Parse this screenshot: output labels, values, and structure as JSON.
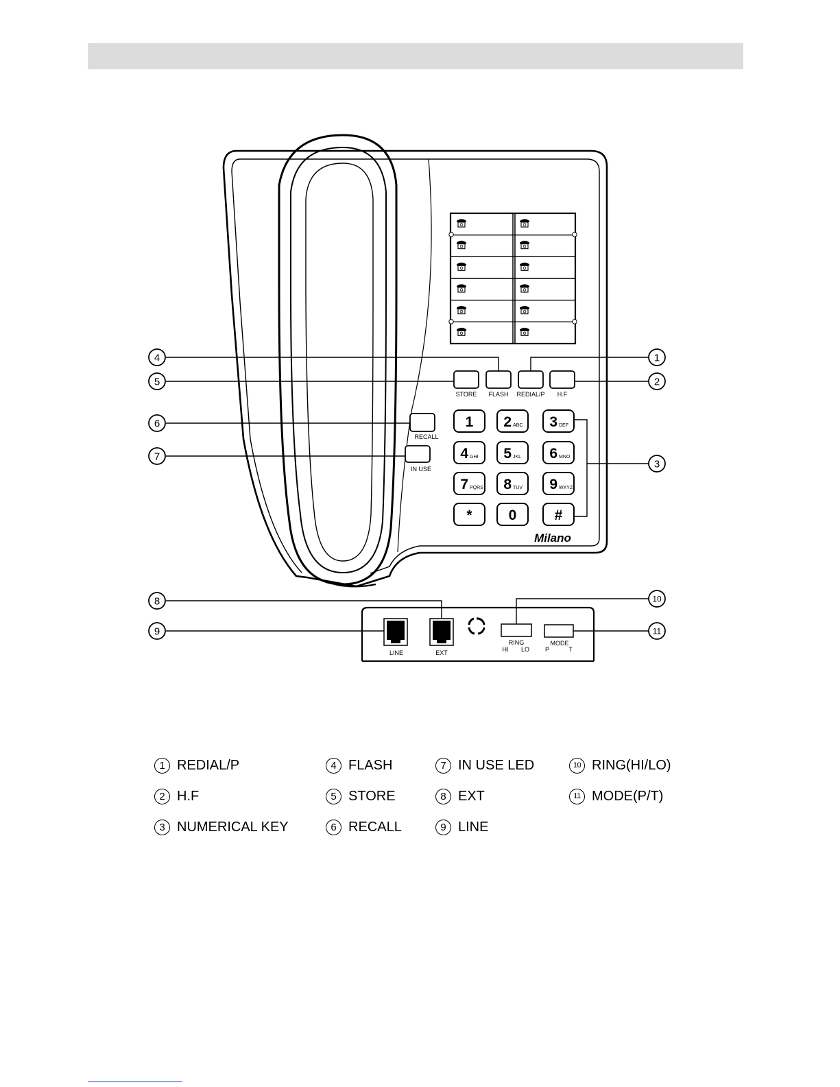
{
  "phone": {
    "buttons": {
      "store": "STORE",
      "flash": "FLASH",
      "redial": "REDIAL/P",
      "hf": "H.F",
      "recall": "RECALL",
      "in_use": "IN USE"
    },
    "keypad": [
      {
        "digit": "1",
        "letters": ""
      },
      {
        "digit": "2",
        "letters": "ABC"
      },
      {
        "digit": "3",
        "letters": "DEF"
      },
      {
        "digit": "4",
        "letters": "GHI"
      },
      {
        "digit": "5",
        "letters": "JKL"
      },
      {
        "digit": "6",
        "letters": "MNO"
      },
      {
        "digit": "7",
        "letters": "PQRS"
      },
      {
        "digit": "8",
        "letters": "TUV"
      },
      {
        "digit": "9",
        "letters": "WXYZ"
      },
      {
        "digit": "*",
        "letters": ""
      },
      {
        "digit": "0",
        "letters": ""
      },
      {
        "digit": "#",
        "letters": ""
      }
    ],
    "brand": "Milano",
    "memory_slots": 12,
    "rear": {
      "line": "LINE",
      "ext": "EXT",
      "ring": "RING",
      "ring_hi": "HI",
      "ring_lo": "LO",
      "mode": "MODE",
      "mode_p": "P",
      "mode_t": "T"
    }
  },
  "callouts": [
    "1",
    "2",
    "3",
    "4",
    "5",
    "6",
    "7",
    "8",
    "9",
    "10",
    "11"
  ],
  "legend": [
    {
      "num": "1",
      "label": "REDIAL/P"
    },
    {
      "num": "2",
      "label": "H.F"
    },
    {
      "num": "3",
      "label": "NUMERICAL KEY"
    },
    {
      "num": "4",
      "label": "FLASH"
    },
    {
      "num": "5",
      "label": "STORE"
    },
    {
      "num": "6",
      "label": "RECALL"
    },
    {
      "num": "7",
      "label": "IN USE LED"
    },
    {
      "num": "8",
      "label": "EXT"
    },
    {
      "num": "9",
      "label": "LINE"
    },
    {
      "num": "10",
      "label": "RING(HI/LO)"
    },
    {
      "num": "11",
      "label": "MODE(P/T)"
    }
  ]
}
